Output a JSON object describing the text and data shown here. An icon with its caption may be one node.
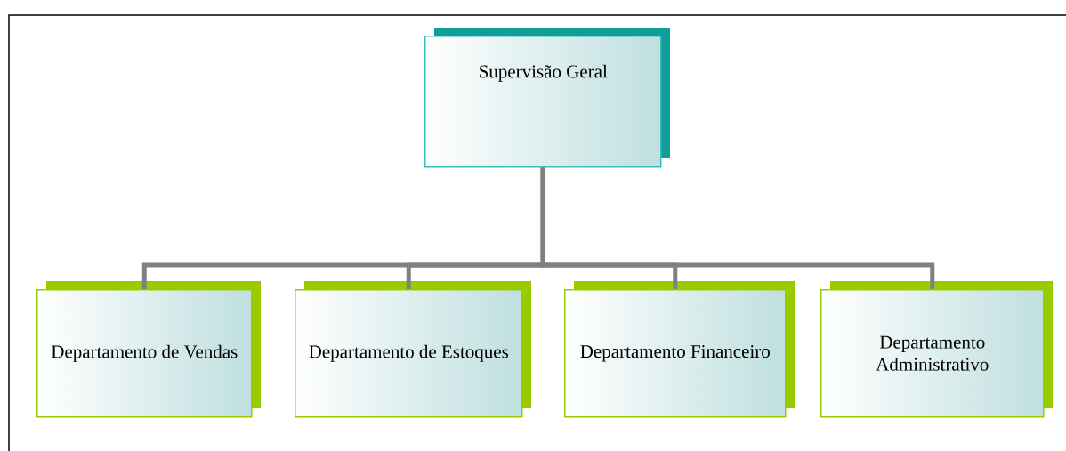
{
  "diagram": {
    "nodes": [
      {
        "text": [
          "Supervisão Geral"
        ]
      },
      {
        "text": [
          "Departamento de Vendas"
        ]
      },
      {
        "text": [
          "Departamento de Estoques"
        ]
      },
      {
        "text": [
          "Departamento Financeiro"
        ]
      },
      {
        "text": [
          "Departamento Administrativo"
        ]
      }
    ],
    "edges": [
      {
        "from": 0,
        "to": 1,
        "arrow": "none"
      },
      {
        "from": 0,
        "to": 2,
        "arrow": "none"
      },
      {
        "from": 0,
        "to": 3,
        "arrow": "none"
      },
      {
        "from": 0,
        "to": 4,
        "arrow": "none"
      }
    ]
  }
}
